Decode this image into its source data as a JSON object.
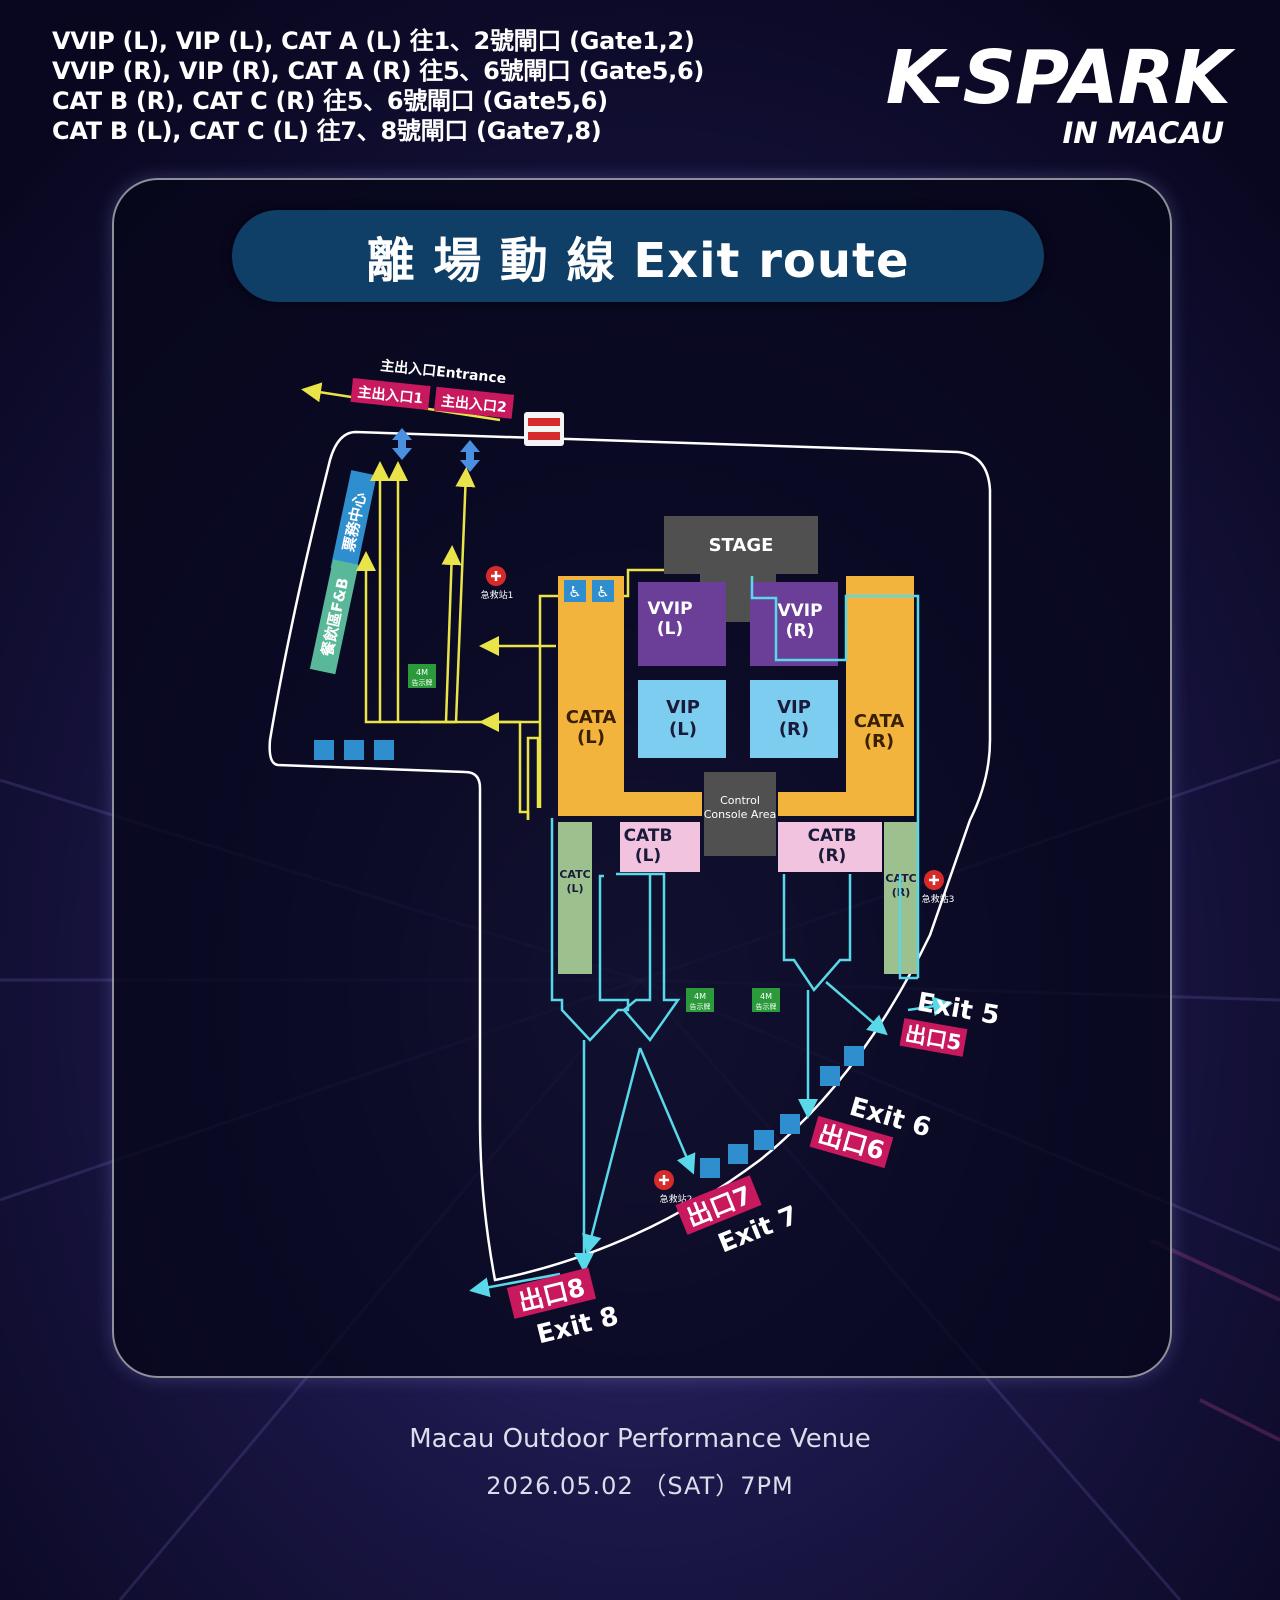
{
  "gate_info": [
    "VVIP (L), VIP (L), CAT A (L) 往1、2號閘口 (Gate1,2)",
    "VVIP (R), VIP (R), CAT A (R) 往5、6號閘口 (Gate5,6)",
    "CAT B (R), CAT C (R) 往5、6號閘口 (Gate5,6)",
    "CAT B (L), CAT C (L) 往7、8號閘口 (Gate7,8)"
  ],
  "logo": {
    "main": "K-SPARK",
    "sub": "IN MACAU"
  },
  "route_title": "離 場 動 線  Exit route",
  "entrance": {
    "label": "主出入口Entrance",
    "gate1": "主出入口1",
    "gate2": "主出入口2"
  },
  "sections": {
    "stage": "STAGE",
    "vvip_l": [
      "VVIP",
      "(L)"
    ],
    "vvip_r": [
      "VVIP",
      "(R)"
    ],
    "vip_l": [
      "VIP",
      "(L)"
    ],
    "vip_r": [
      "VIP",
      "(R)"
    ],
    "cata_l": [
      "CATA",
      "(L)"
    ],
    "cata_r": [
      "CATA",
      "(R)"
    ],
    "catb_l": [
      "CATB",
      "(L)"
    ],
    "catb_r": [
      "CATB",
      "(R)"
    ],
    "catc_l": [
      "CATC",
      "(L)"
    ],
    "catc_r": [
      "CATC",
      "(R)"
    ],
    "control": [
      "Control",
      "Console Area"
    ]
  },
  "facilities": {
    "ticket_center": "票務中心",
    "fnb": "餐飲區F&B",
    "first_aid_1": "急救站1",
    "first_aid_2": "急救站2",
    "first_aid_3": "急救站3",
    "screen_label": [
      "4M",
      "告示牌"
    ]
  },
  "exits": {
    "exit5": {
      "en": "Exit 5",
      "zh": "出口5"
    },
    "exit6": {
      "en": "Exit 6",
      "zh": "出口6"
    },
    "exit7": {
      "en": "Exit 7",
      "zh": "出口7"
    },
    "exit8": {
      "en": "Exit 8",
      "zh": "出口8"
    }
  },
  "footer": {
    "venue": "Macau Outdoor Performance Venue",
    "date": "2026.05.02 （SAT）7PM"
  },
  "colors": {
    "yellow_route": "#e9e44a",
    "cyan_route": "#58d8e8",
    "cata": "#f2b43c",
    "vvip": "#6b3f98",
    "vip": "#7dcdf0",
    "catb": "#f1c3df",
    "catc": "#9cc08e",
    "gray": "#505050",
    "exit_badge": "#c8185e",
    "title_pill": "#0f3e66"
  }
}
